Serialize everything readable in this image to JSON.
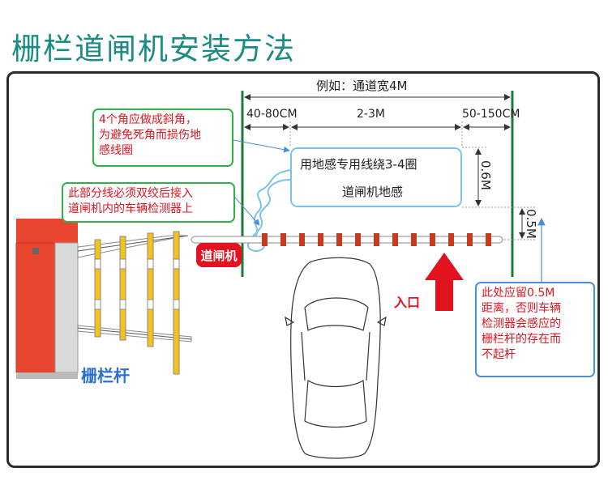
{
  "title": "栅栏道闸机安装方法",
  "dimensions": {
    "road_width": "例如：通道宽4M",
    "left_gap": "40-80CM",
    "loop_length": "2-3M",
    "right_gap": "50-150CM",
    "loop_width": "0.6M",
    "boom_clearance": "0.5M"
  },
  "loop": {
    "line1": "用地感专用线绕3-4圈",
    "line2": "道闸机地感"
  },
  "callouts": {
    "corners_lines": [
      "4个角应做成斜角，",
      "为避免死角而损伤地",
      "感线圈"
    ],
    "twist_lines": [
      "此部分线必须双绞后接入",
      "道闸机内的车辆检测器上"
    ],
    "clearance_lines": [
      "此处应留0.5M",
      "距离，否则车辆",
      "检测器会感应的",
      "栅栏杆的存在而",
      "不起杆"
    ]
  },
  "labels": {
    "gate": "道闸机",
    "entry": "入口",
    "barrier": "栅栏杆"
  },
  "colors": {
    "title": "#1a8c83",
    "post": "#1e7a3a",
    "callout_text": "#e0141e",
    "loop_border": "#7bc3e8",
    "arrow": "#e2121e",
    "barrier_label": "#2a6fd4"
  }
}
